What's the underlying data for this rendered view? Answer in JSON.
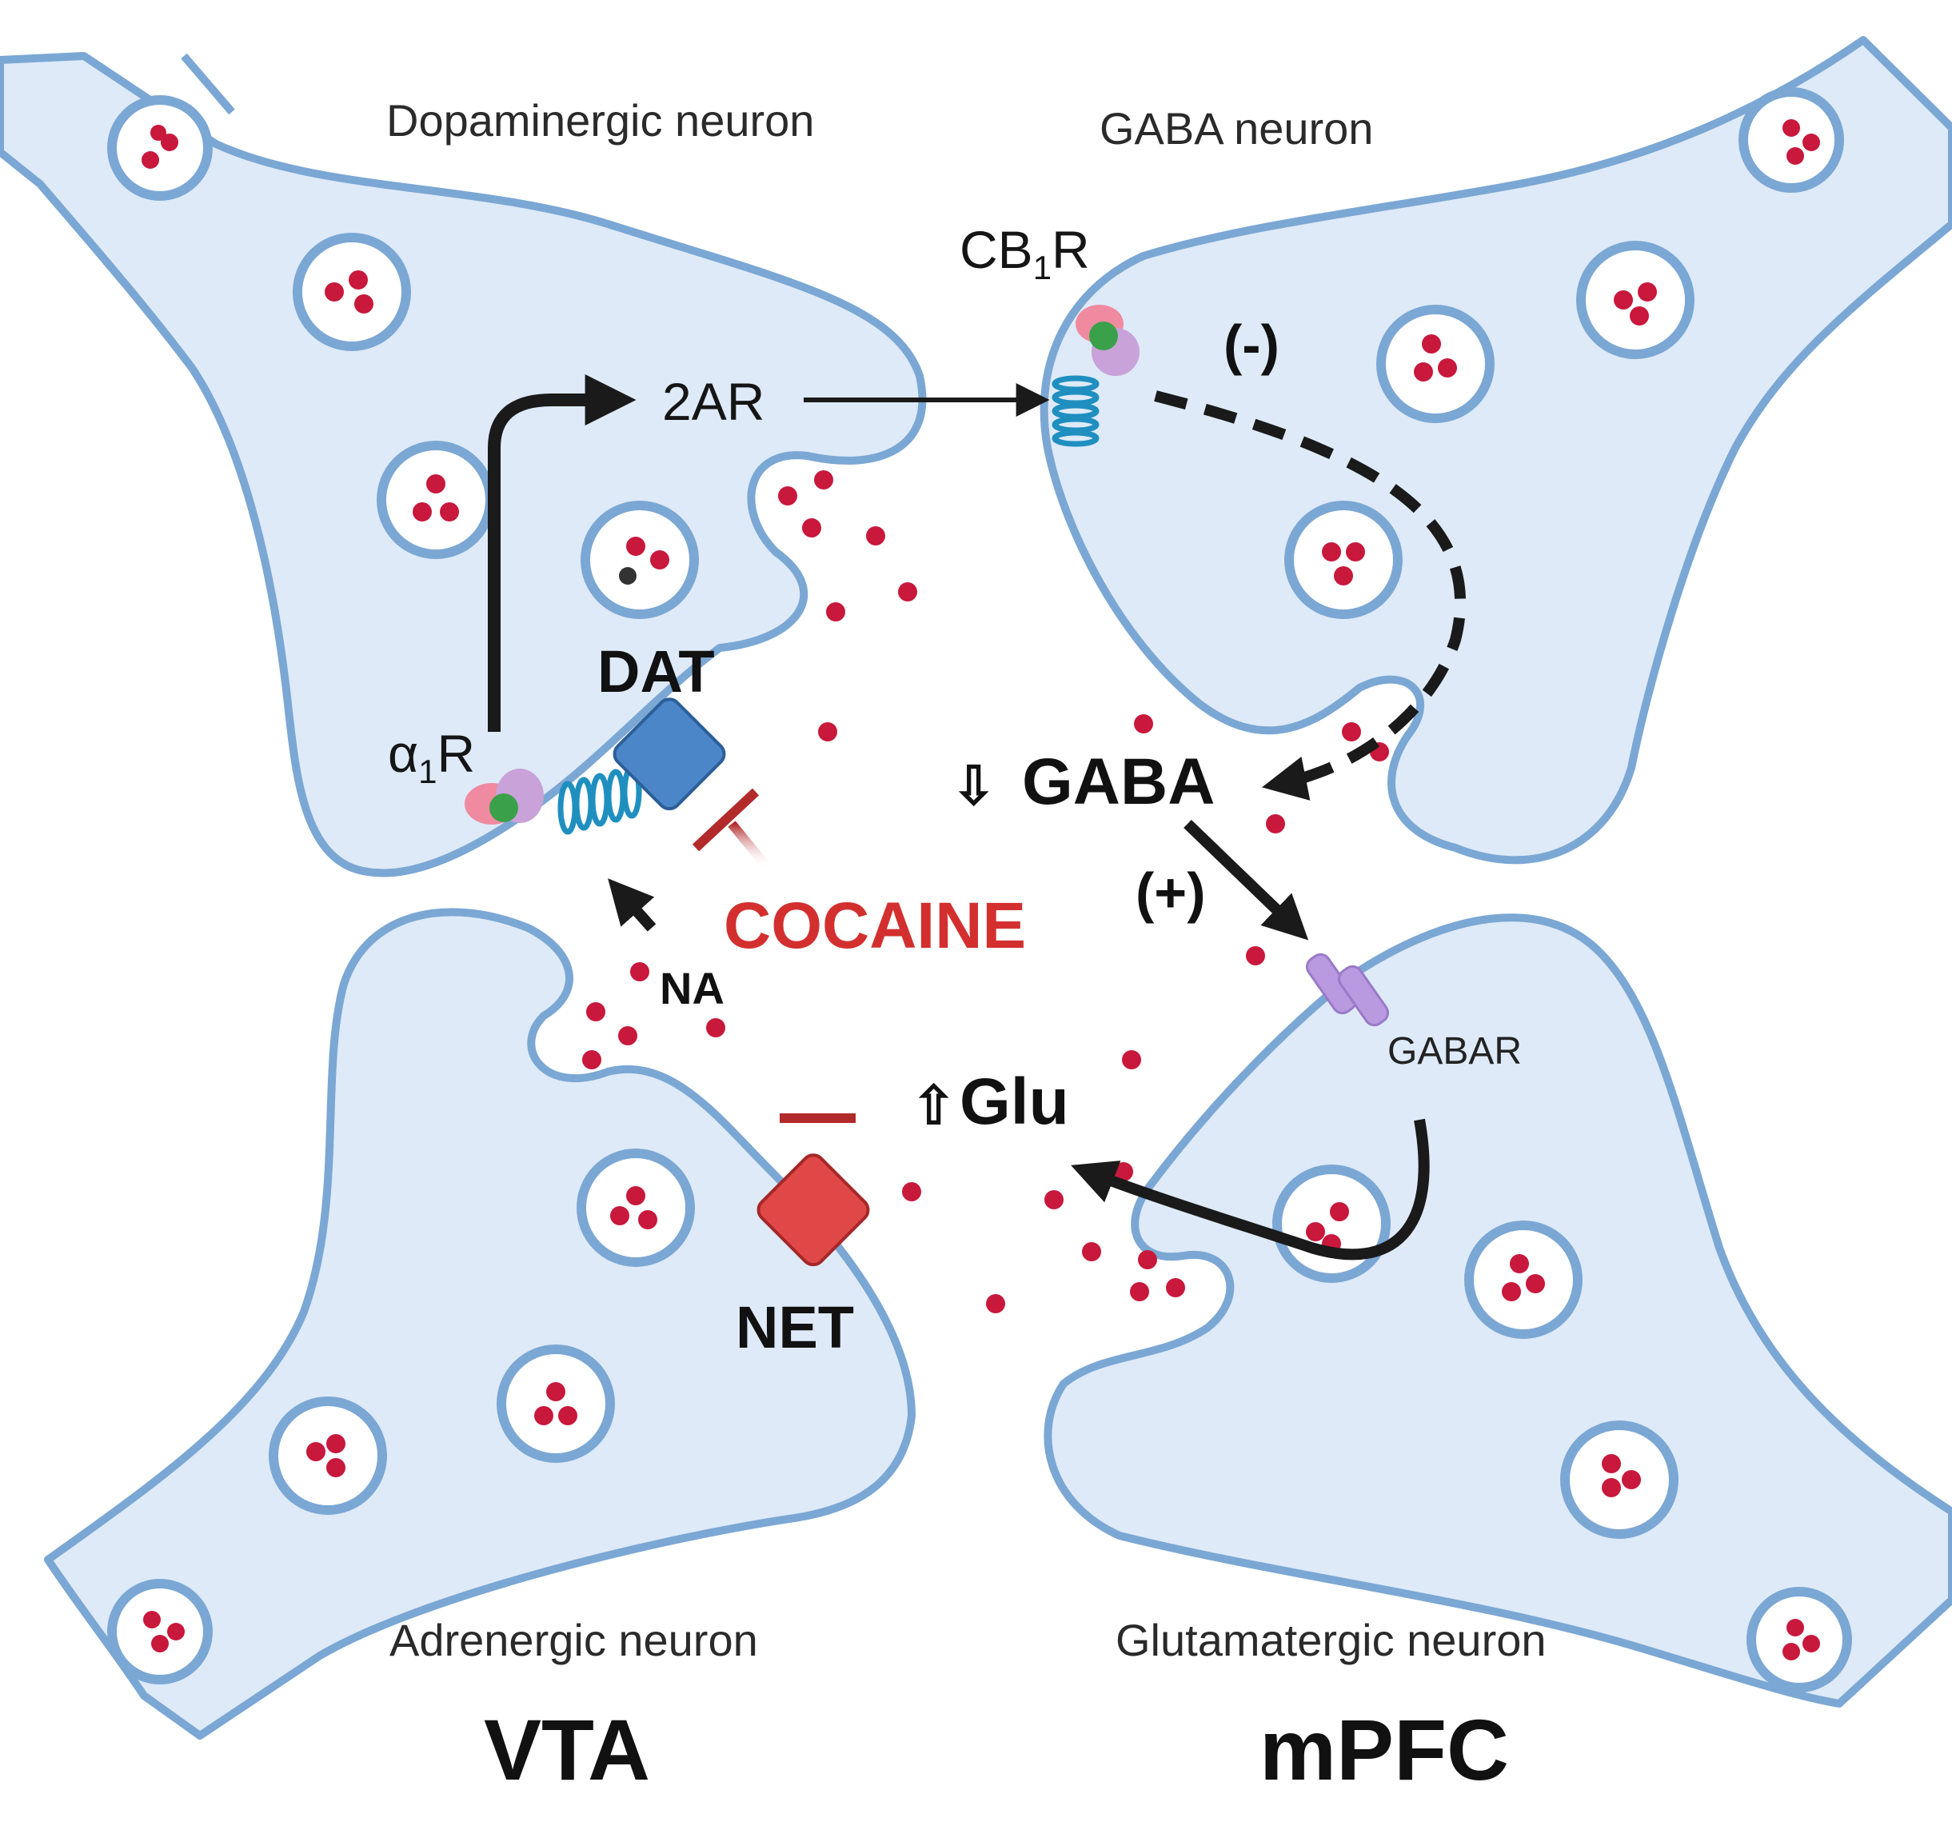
{
  "neurons": {
    "dopaminergic": "Dopaminergic neuron",
    "gaba": "GABA neuron",
    "adrenergic": "Adrenergic  neuron",
    "glutamatergic": "Glutamatergic  neuron"
  },
  "regions": {
    "left": "VTA",
    "right": "mPFC"
  },
  "receptors": {
    "alpha1_main": "α",
    "alpha1_sub": "1",
    "alpha1_tail": "R",
    "cb1_main": "CB",
    "cb1_sub": "1",
    "cb1_tail": "R",
    "beta2": "2AR",
    "gabar": "GABAR"
  },
  "transporters": {
    "dat": "DAT",
    "net": "NET"
  },
  "molecules": {
    "na": "NA",
    "gaba_arrow": "⇩",
    "gaba": "GABA",
    "glu_arrow": "⇧",
    "glu": "Glu"
  },
  "drug": {
    "name": "COCAINE"
  },
  "effects": {
    "negative": "(-)",
    "positive": "(+)"
  },
  "colors": {
    "cell_fill": "#deeaf8",
    "membrane": "#7ba7d4",
    "vesicle_dot": "#c8183c",
    "cocaine": "#d32f2f",
    "dat": "#4a86c8",
    "net": "#e04848",
    "arrow": "#1a1a1a"
  }
}
